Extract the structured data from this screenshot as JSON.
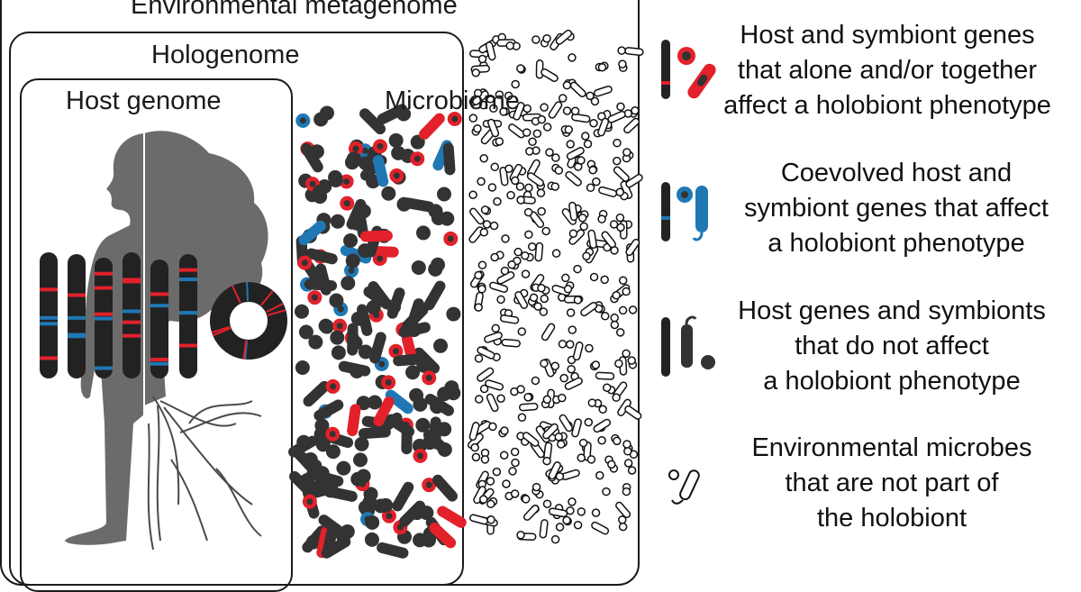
{
  "titles": {
    "environment": "Environmental metagenome",
    "hologenome": "Hologenome",
    "host_genome": "Host genome",
    "microbiome": "Microbiome"
  },
  "legend": [
    {
      "key": "affecting",
      "color": "#e2212b",
      "lines": [
        "Host and symbiont genes",
        "that alone and/or together",
        "affect a holobiont phenotype"
      ]
    },
    {
      "key": "coevolved",
      "color": "#1f78b4",
      "lines": [
        "Coevolved host and",
        "symbiont genes that affect",
        "a holobiont phenotype"
      ]
    },
    {
      "key": "non-affecting",
      "color": "#333333",
      "lines": [
        "Host genes and symbionts",
        "that do not affect",
        "a holobiont phenotype"
      ]
    },
    {
      "key": "environmental",
      "color": "#ffffff",
      "lines": [
        "Environmental microbes",
        "that are not part of",
        "the holobiont"
      ]
    }
  ],
  "colors": {
    "red": "#e2212b",
    "blue": "#1f78b4",
    "dark": "#333333",
    "gray": "#666666"
  }
}
